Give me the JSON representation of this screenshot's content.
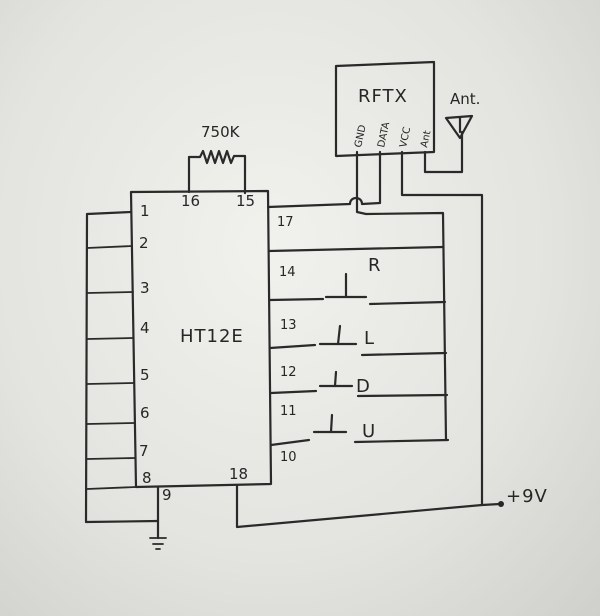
{
  "chip": {
    "name": "HT12E",
    "left_pins": [
      "1",
      "2",
      "3",
      "4",
      "5",
      "6",
      "7",
      "8"
    ],
    "top_pins": [
      "16",
      "15"
    ],
    "right_pins": [
      "17",
      "14",
      "13",
      "12",
      "11",
      "10"
    ],
    "bottom_pins": [
      "9",
      "18"
    ]
  },
  "resistor": {
    "value": "750K"
  },
  "rf_module": {
    "name": "RFTX",
    "pins": [
      "GND",
      "DATA",
      "VCC",
      "Ant"
    ]
  },
  "antenna": {
    "label": "Ant."
  },
  "buttons": [
    "R",
    "L",
    "D",
    "U"
  ],
  "supply": {
    "label": "+9V"
  }
}
